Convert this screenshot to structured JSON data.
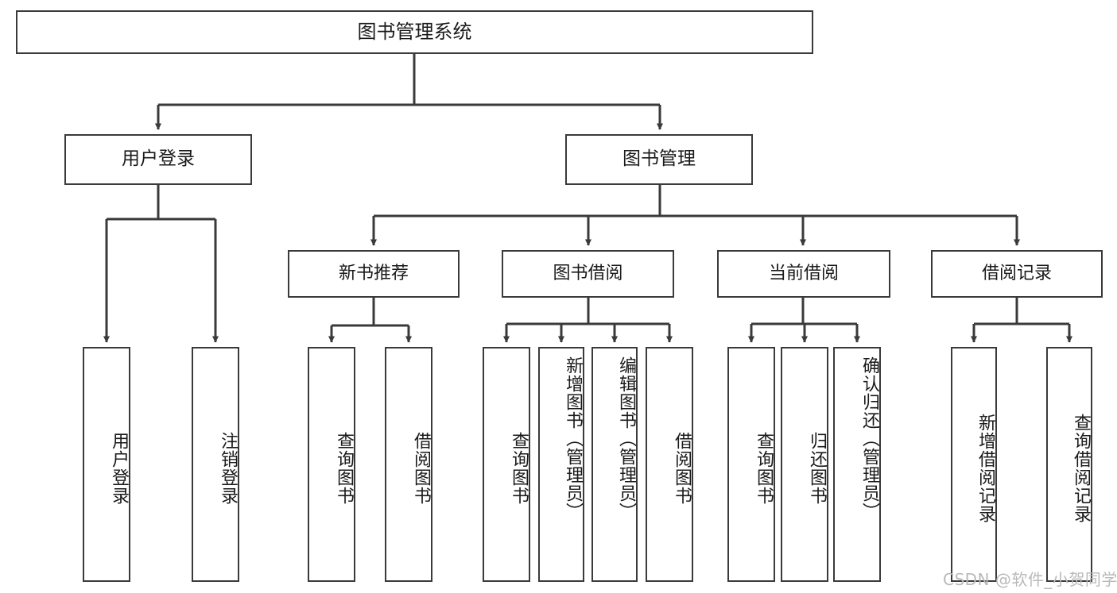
{
  "diagram": {
    "type": "tree",
    "title": "图书管理系统",
    "root": {
      "id": "root",
      "label": "图书管理系统"
    },
    "level2": [
      {
        "id": "user-login",
        "label": "用户登录"
      },
      {
        "id": "book-manage",
        "label": "图书管理"
      }
    ],
    "level3": [
      {
        "id": "new-book-rec",
        "label": "新书推荐",
        "parent": "book-manage"
      },
      {
        "id": "book-borrow",
        "label": "图书借阅",
        "parent": "book-manage"
      },
      {
        "id": "current-borrow",
        "label": "当前借阅",
        "parent": "book-manage"
      },
      {
        "id": "borrow-record",
        "label": "借阅记录",
        "parent": "book-manage"
      }
    ],
    "leaves": [
      {
        "id": "leaf-user-login",
        "label": "用户登录",
        "parent": "user-login"
      },
      {
        "id": "leaf-logout",
        "label": "注销登录",
        "parent": "user-login"
      },
      {
        "id": "leaf-query-book-1",
        "label": "查询图书",
        "parent": "new-book-rec"
      },
      {
        "id": "leaf-borrow-book-1",
        "label": "借阅图书",
        "parent": "new-book-rec"
      },
      {
        "id": "leaf-query-book-2",
        "label": "查询图书",
        "parent": "book-borrow"
      },
      {
        "id": "leaf-add-book",
        "label": "新增图书（管理员）",
        "parent": "book-borrow"
      },
      {
        "id": "leaf-edit-book",
        "label": "编辑图书（管理员）",
        "parent": "book-borrow"
      },
      {
        "id": "leaf-borrow-book-2",
        "label": "借阅图书",
        "parent": "book-borrow"
      },
      {
        "id": "leaf-query-book-3",
        "label": "查询图书",
        "parent": "current-borrow"
      },
      {
        "id": "leaf-return-book",
        "label": "归还图书",
        "parent": "current-borrow"
      },
      {
        "id": "leaf-confirm-return",
        "label": "确认归还（管理员）",
        "parent": "current-borrow"
      },
      {
        "id": "leaf-add-record",
        "label": "新增借阅记录",
        "parent": "borrow-record"
      },
      {
        "id": "leaf-query-record",
        "label": "查询借阅记录",
        "parent": "borrow-record"
      }
    ],
    "colors": {
      "stroke": "#3a3a3a",
      "box_fill": "#ffffff",
      "text": "#1a1a1a",
      "watermark": "#b9b9b9",
      "background": "#ffffff"
    }
  },
  "watermark": {
    "text": "CSDN @软件_小贺同学"
  }
}
